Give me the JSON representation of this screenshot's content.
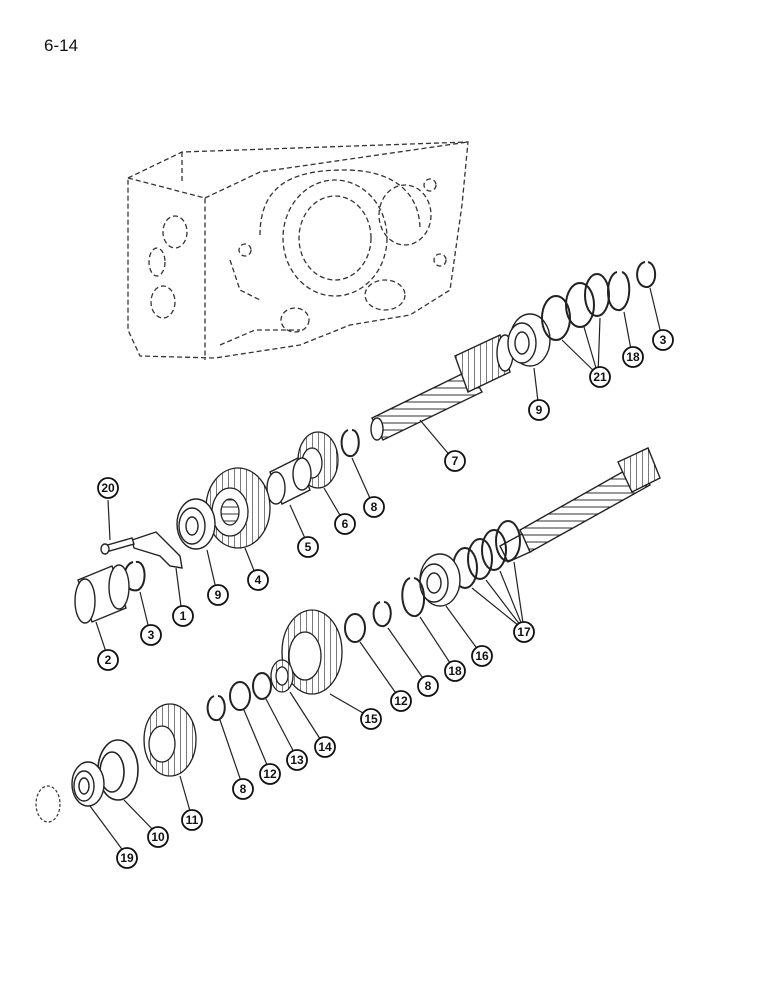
{
  "page": {
    "number": "6-14"
  },
  "callouts": {
    "c1": "1",
    "c2": "2",
    "c3a": "3",
    "c3b": "3",
    "c4": "4",
    "c5": "5",
    "c6": "6",
    "c7": "7",
    "c8a": "8",
    "c8b": "8",
    "c8c": "8",
    "c9a": "9",
    "c9b": "9",
    "c10": "10",
    "c11": "11",
    "c12a": "12",
    "c12b": "12",
    "c13": "13",
    "c14": "14",
    "c15": "15",
    "c16": "16",
    "c17": "17",
    "c18a": "18",
    "c18b": "18",
    "c19": "19",
    "c20": "20",
    "c21": "21"
  }
}
